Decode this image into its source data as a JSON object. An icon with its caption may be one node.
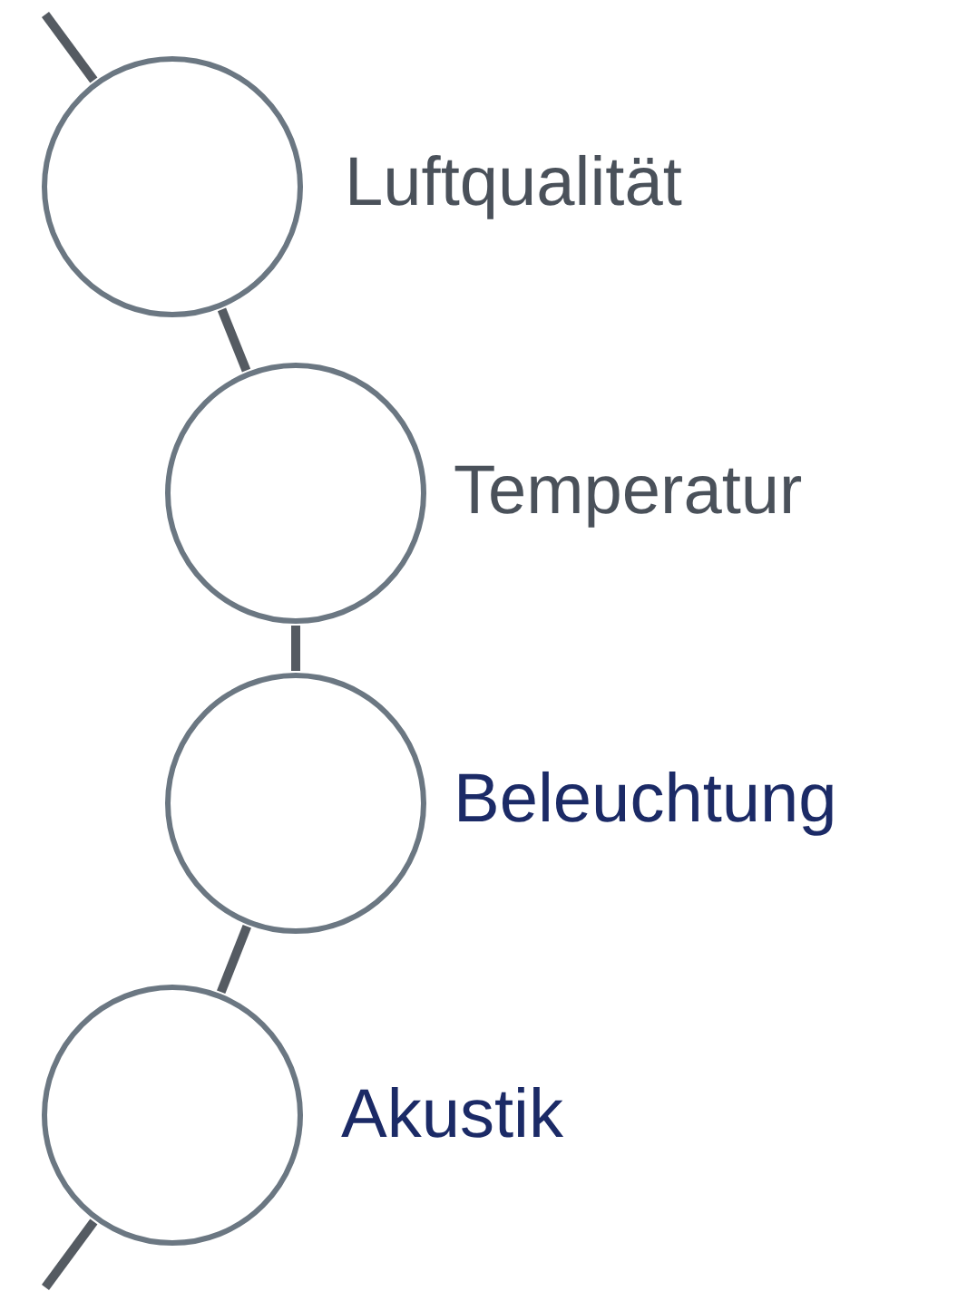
{
  "diagram": {
    "nodes": [
      {
        "text": [],
        "shape": "circle",
        "beside": [
          "Luftqualität"
        ]
      },
      {
        "text": [],
        "shape": "circle",
        "beside": [
          "Temperatur"
        ]
      },
      {
        "text": [],
        "shape": "circle",
        "beside": [
          "Beleuchtung"
        ]
      },
      {
        "text": [],
        "shape": "circle",
        "beside": [
          "Akustik"
        ]
      }
    ],
    "edges": [
      {
        "from": null,
        "to": 0,
        "arrow": "none"
      },
      {
        "from": 0,
        "to": 1,
        "arrow": "none"
      },
      {
        "from": 1,
        "to": 2,
        "arrow": "none"
      },
      {
        "from": 2,
        "to": 3,
        "arrow": "none"
      },
      {
        "from": 3,
        "to": null,
        "arrow": "none"
      }
    ]
  }
}
